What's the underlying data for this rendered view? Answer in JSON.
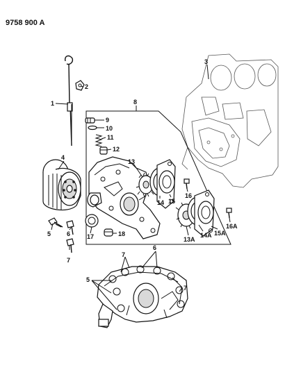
{
  "header": {
    "code": "9758 900 A"
  },
  "callouts": {
    "c1": "1",
    "c2": "2",
    "c3": "3",
    "c4": "4",
    "c5a": "5",
    "c5b": "5",
    "c6a": "6",
    "c6b": "6",
    "c7a": "7",
    "c7b": "7",
    "c7c": "7",
    "c8": "8",
    "c9": "9",
    "c10": "10",
    "c11": "11",
    "c12": "12",
    "c13": "13",
    "c13a": "13A",
    "c14": "14",
    "c14a": "14A",
    "c15": "15",
    "c15a": "15A",
    "c16": "16",
    "c16a": "16A",
    "c17": "17",
    "c18": "18"
  }
}
